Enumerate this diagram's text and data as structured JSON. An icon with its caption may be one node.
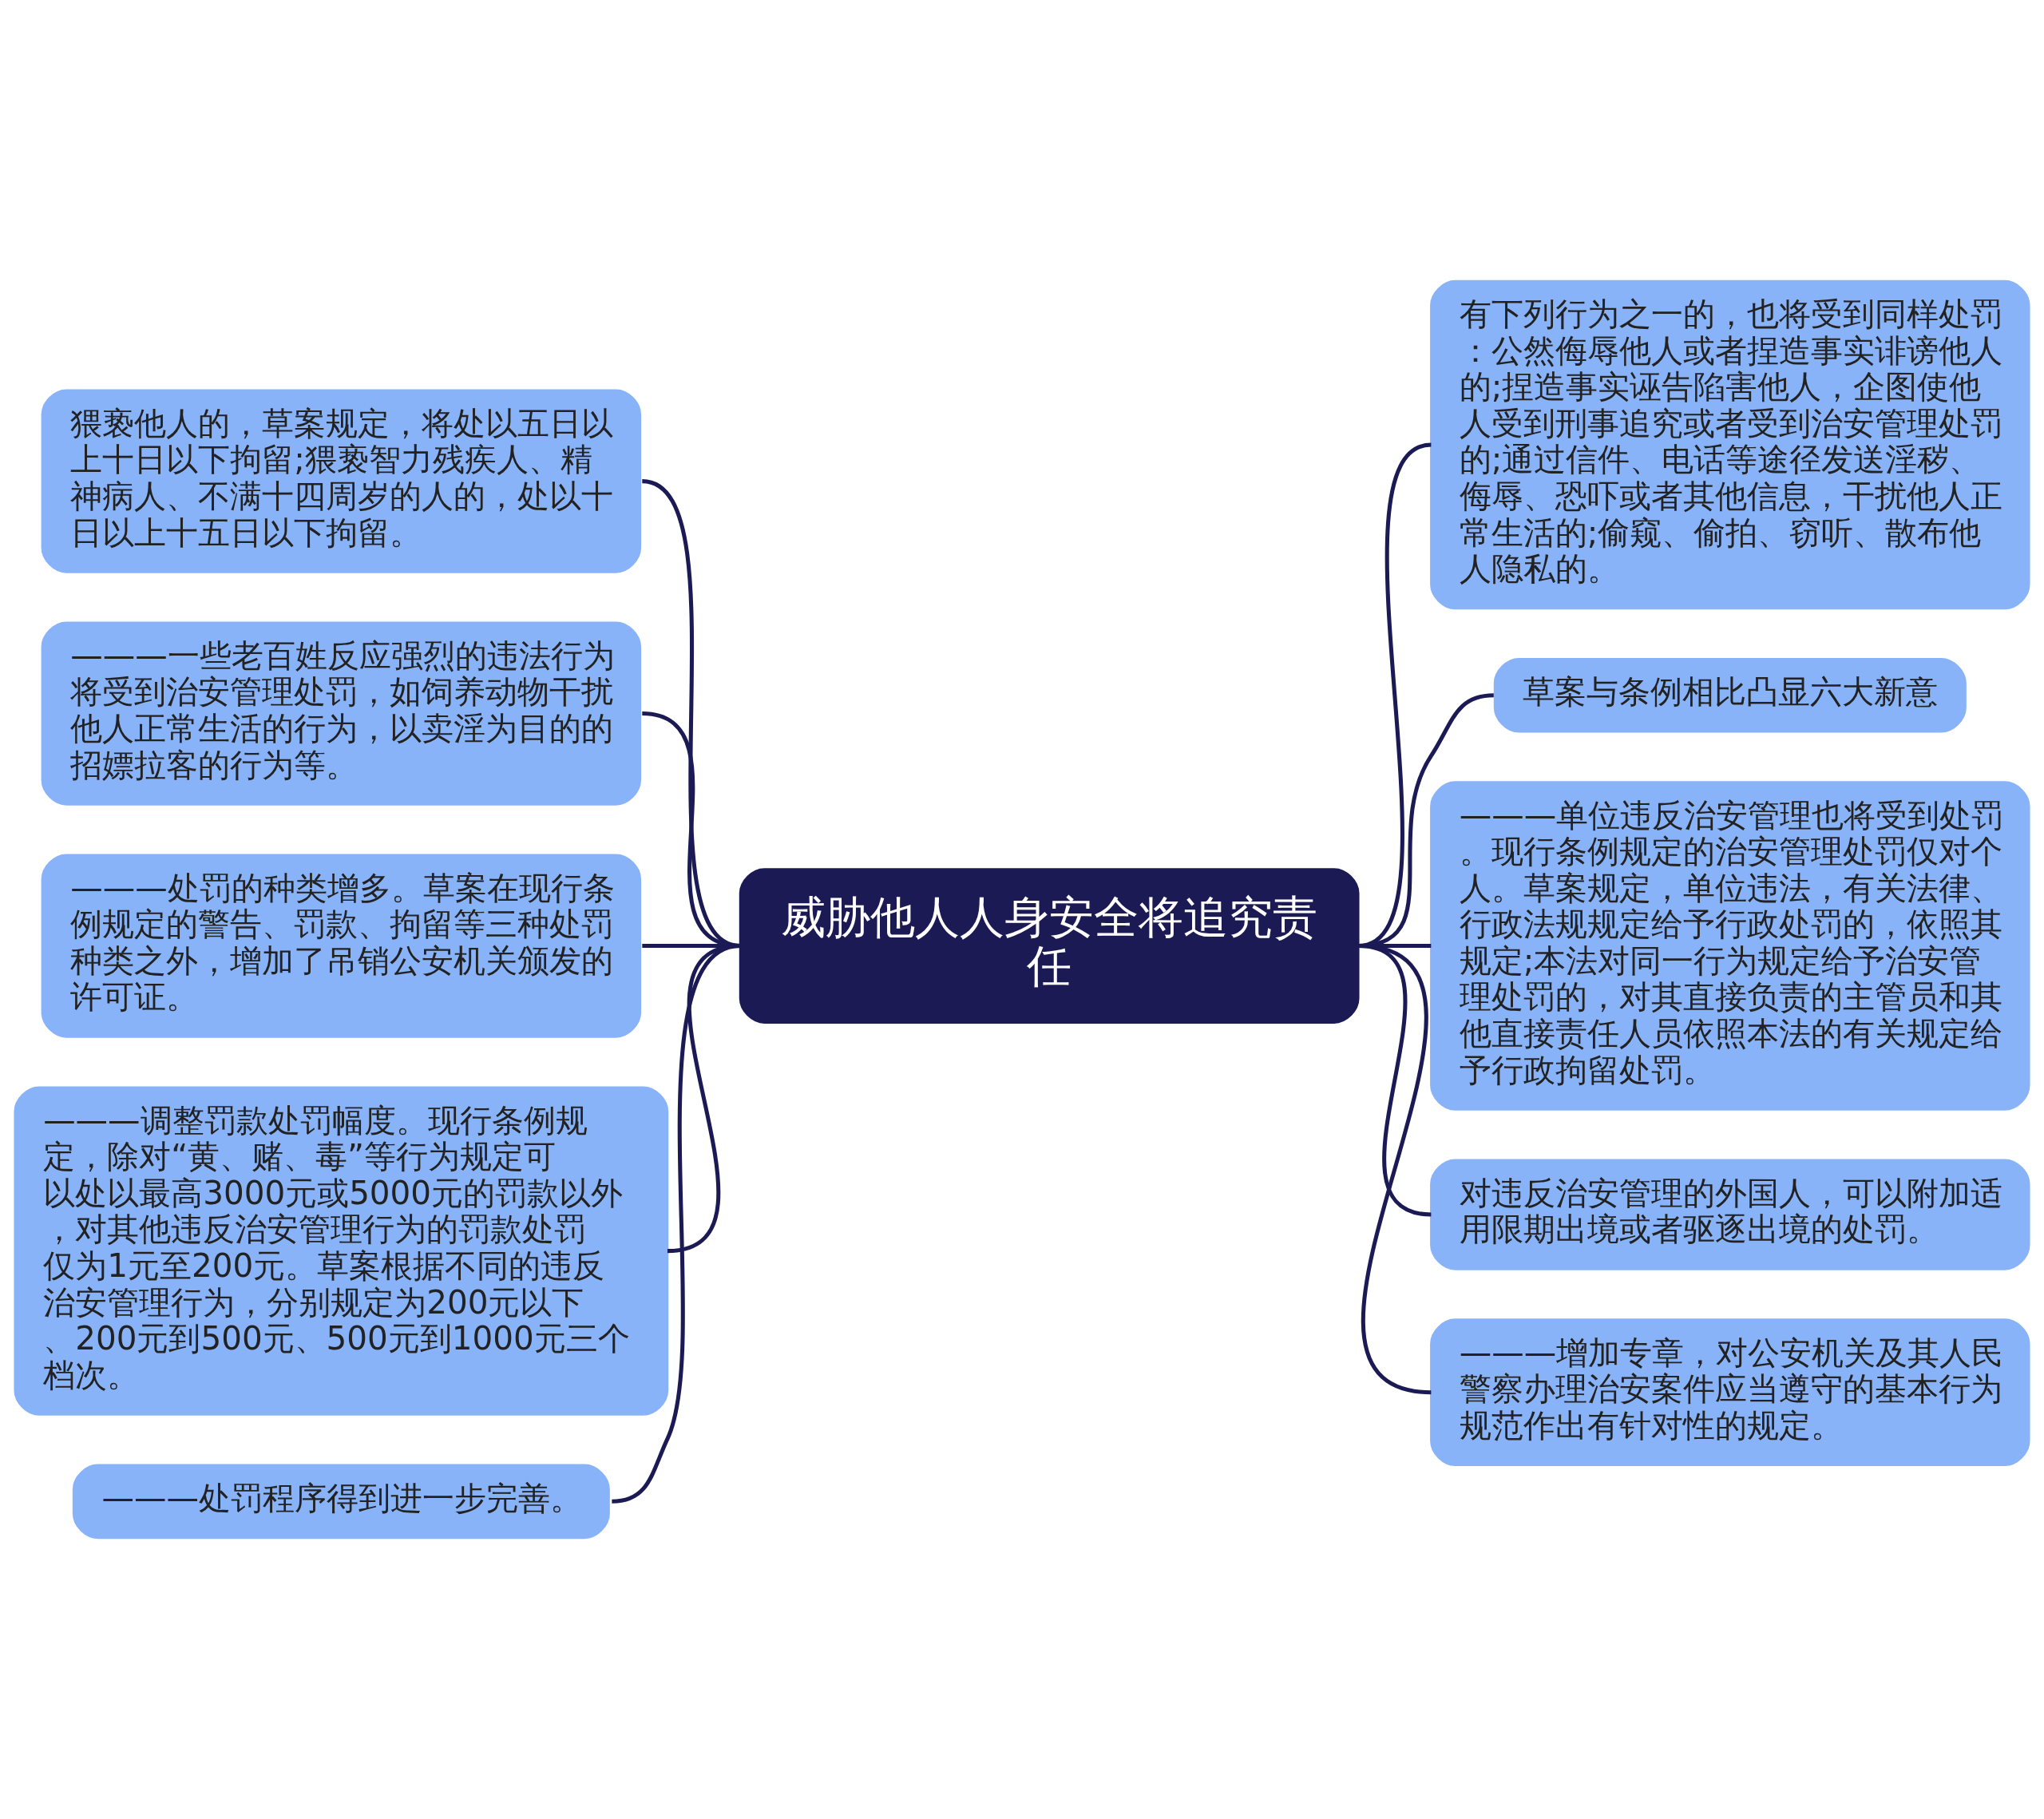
{
  "diagram": {
    "nodes": [
      {
        "text": [
          "威胁他人人身安全将追究责任"
        ]
      },
      {
        "text": [
          "猥亵他人的，草案规定，将处以五日以上十日以下拘留;猥亵智力残疾人、精神病人、不满十四周岁的人的，处以十日以上十五日以下拘留。"
        ]
      },
      {
        "text": [
          "———一些老百姓反应强烈的违法行为将受到治安管理处罚，如饲养动物干扰他人正常生活的行为，以卖淫为目的的招嫖拉客的行为等。"
        ]
      },
      {
        "text": [
          "———处罚的种类增多。草案在现行条例规定的警告、罚款、拘留等三种处罚种类之外，增加了吊销公安机关颁发的许可证。"
        ]
      },
      {
        "text": [
          "———调整罚款处罚幅度。现行条例规定，除对“黄、赌、毒”等行为规定可以处以最高3000元或5000元的罚款以外，对其他违反治安管理行为的罚款处罚仅为1元至200元。草案根据不同的违反治安管理行为，分别规定为200元以下、200元到500元、500元到1000元三个档次。"
        ]
      },
      {
        "text": [
          "———处罚程序得到进一步完善。"
        ]
      },
      {
        "text": [
          "有下列行为之一的，也将受到同样处罚：公然侮辱他人或者捏造事实诽谤他人的;捏造事实诬告陷害他人，企图使他人受到刑事追究或者受到治安管理处罚的;通过信件、电话等途径发送淫秽、侮辱、恐吓或者其他信息，干扰他人正常生活的;偷窥、偷拍、窃听、散布他人隐私的。"
        ]
      },
      {
        "text": [
          "草案与条例相比凸显六大新意"
        ]
      },
      {
        "text": [
          "———单位违反治安管理也将受到处罚。现行条例规定的治安管理处罚仅对个人。草案规定，单位违法，有关法律、行政法规规定给予行政处罚的，依照其规定;本法对同一行为规定给予治安管理处罚的，对其直接负责的主管员和其他直接责任人员依照本法的有关规定给予行政拘留处罚。"
        ]
      },
      {
        "text": [
          "对违反治安管理的外国人，可以附加适用限期出境或者驱逐出境的处罚。"
        ]
      },
      {
        "text": [
          "———增加专章，对公安机关及其人民警察办理治安案件应当遵守的基本行为规范作出有针对性的规定。"
        ]
      }
    ],
    "edges": [
      {
        "from": 0,
        "to": 1,
        "arrow": "none"
      },
      {
        "from": 0,
        "to": 2,
        "arrow": "none"
      },
      {
        "from": 0,
        "to": 3,
        "arrow": "none"
      },
      {
        "from": 0,
        "to": 4,
        "arrow": "none"
      },
      {
        "from": 0,
        "to": 5,
        "arrow": "none"
      },
      {
        "from": 0,
        "to": 6,
        "arrow": "none"
      },
      {
        "from": 0,
        "to": 7,
        "arrow": "none"
      },
      {
        "from": 0,
        "to": 8,
        "arrow": "none"
      },
      {
        "from": 0,
        "to": 9,
        "arrow": "none"
      },
      {
        "from": 0,
        "to": 10,
        "arrow": "none"
      }
    ]
  }
}
